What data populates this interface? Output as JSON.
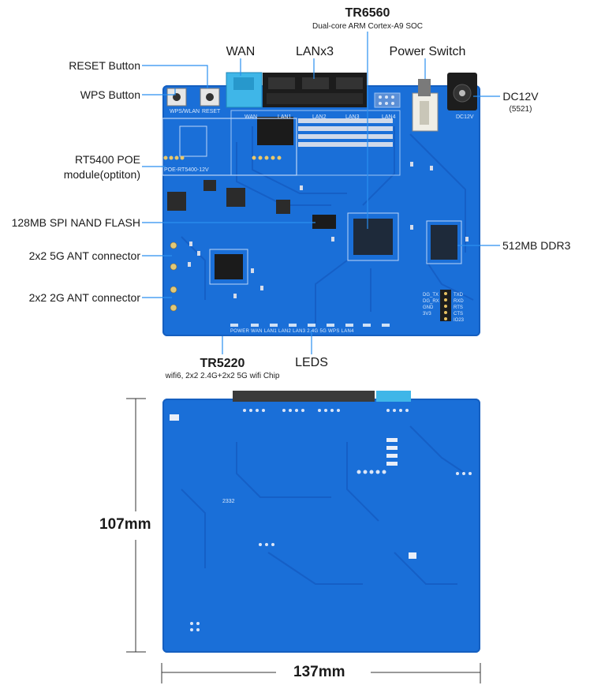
{
  "top_labels": {
    "tr6560_title": "TR6560",
    "tr6560_sub": "Dual-core ARM Cortex-A9 SOC",
    "wan": "WAN",
    "lan": "LANx3",
    "power_switch": "Power Switch",
    "reset": "RESET Button",
    "wps": "WPS Button",
    "dc12v": "DC12V",
    "dc12v_sub": "(5521)",
    "rt5400_line1": "RT5400 POE",
    "rt5400_line2": "module(optiton)",
    "nand": "128MB SPI NAND FLASH",
    "ddr3": "512MB DDR3",
    "ant5g": "2x2 5G ANT connector",
    "ant2g": "2x2 2G ANT connector",
    "tr5220_title": "TR5220",
    "tr5220_sub": "wifi6, 2x2 2.4G+2x2 5G wifi Chip",
    "leds": "LEDS"
  },
  "silkscreen": {
    "wps_wlan": "WPS/WLAN",
    "reset": "RESET",
    "wan": "WAN",
    "lan1": "LAN1",
    "lan2": "LAN2",
    "lan3": "LAN3",
    "lan4": "LAN4",
    "dc12v": "DC12V",
    "poe": "POE-RT5400-12V",
    "led_row": "POWER   WAN   LAN1   LAN2   LAN3   2.4G   5G   WPS   LAN4",
    "uart_left": "DG_TX DG_RX GND 3V3",
    "uart_right": "TXD RXD RTS CTS IO23",
    "bottom_code": "2332"
  },
  "dimensions": {
    "height": "107mm",
    "width": "137mm"
  },
  "colors": {
    "board": "#1a6fd8",
    "leader": "#2a8ff0",
    "port_black": "#1c1c1c",
    "port_cyan": "#3fb6e8"
  }
}
